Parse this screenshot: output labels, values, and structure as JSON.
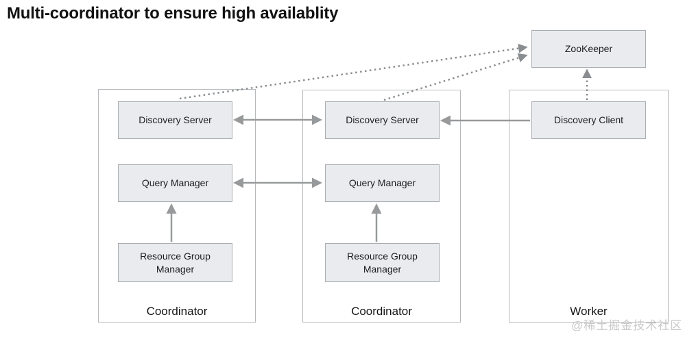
{
  "title": "Multi-coordinator to ensure high availablity",
  "watermark": "@稀土掘金技术社区",
  "diagram": {
    "nodes": {
      "zookeeper": "ZooKeeper",
      "discovery_server_left": "Discovery Server",
      "discovery_server_mid": "Discovery Server",
      "discovery_client": "Discovery Client",
      "query_manager_left": "Query Manager",
      "query_manager_mid": "Query Manager",
      "resource_group_manager_left": "Resource Group Manager",
      "resource_group_manager_mid": "Resource Group Manager"
    },
    "containers": {
      "coordinator_left": "Coordinator",
      "coordinator_mid": "Coordinator",
      "worker": "Worker"
    },
    "edges": [
      {
        "from": "discovery_server_left",
        "to": "discovery_server_mid",
        "style": "solid",
        "direction": "both"
      },
      {
        "from": "query_manager_left",
        "to": "query_manager_mid",
        "style": "solid",
        "direction": "both"
      },
      {
        "from": "discovery_client",
        "to": "discovery_server_mid",
        "style": "solid",
        "direction": "one-way"
      },
      {
        "from": "resource_group_manager_left",
        "to": "query_manager_left",
        "style": "solid",
        "direction": "one-way"
      },
      {
        "from": "resource_group_manager_mid",
        "to": "query_manager_mid",
        "style": "solid",
        "direction": "one-way"
      },
      {
        "from": "discovery_server_left",
        "to": "zookeeper",
        "style": "dotted",
        "direction": "one-way"
      },
      {
        "from": "discovery_server_mid",
        "to": "zookeeper",
        "style": "dotted",
        "direction": "one-way"
      },
      {
        "from": "discovery_client",
        "to": "zookeeper",
        "style": "dotted",
        "direction": "one-way"
      }
    ],
    "colors": {
      "node_fill": "#e9ebee",
      "node_border": "#a9adb0",
      "container_border": "#b6b9bc",
      "arrow_solid": "#97999b",
      "arrow_dotted": "#8a8d90",
      "title_text": "#111111",
      "watermark_text": "#c9c9c9"
    }
  }
}
